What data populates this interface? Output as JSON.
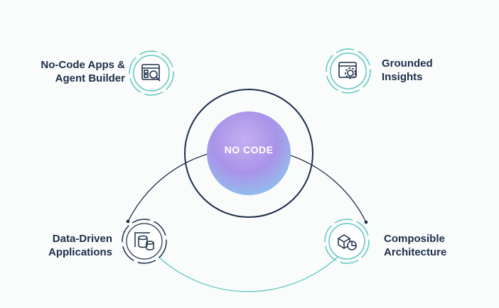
{
  "center": {
    "label": "NO CODE"
  },
  "nodes": [
    {
      "line1": "No-Code Apps &",
      "line2": "Agent Builder",
      "icon": "app-search-icon"
    },
    {
      "line1": "Grounded",
      "line2": "Insights",
      "icon": "browser-gear-icon"
    },
    {
      "line1": "Data-Driven",
      "line2": "Applications",
      "icon": "database-window-icon"
    },
    {
      "line1": "Composible",
      "line2": "Architecture",
      "icon": "cube-chart-icon"
    }
  ],
  "colors": {
    "navy": "#1d2e4a",
    "teal": "#5ec8c0",
    "sphere": "#a98ee6"
  }
}
